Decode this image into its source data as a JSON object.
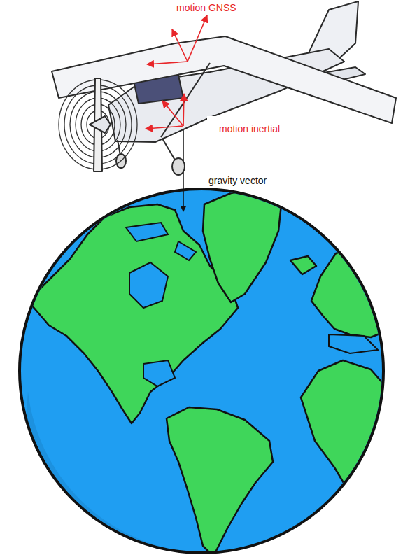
{
  "diagram": {
    "labels": [
      "motion GNSS",
      "motion inertial",
      "gravity vector"
    ]
  }
}
